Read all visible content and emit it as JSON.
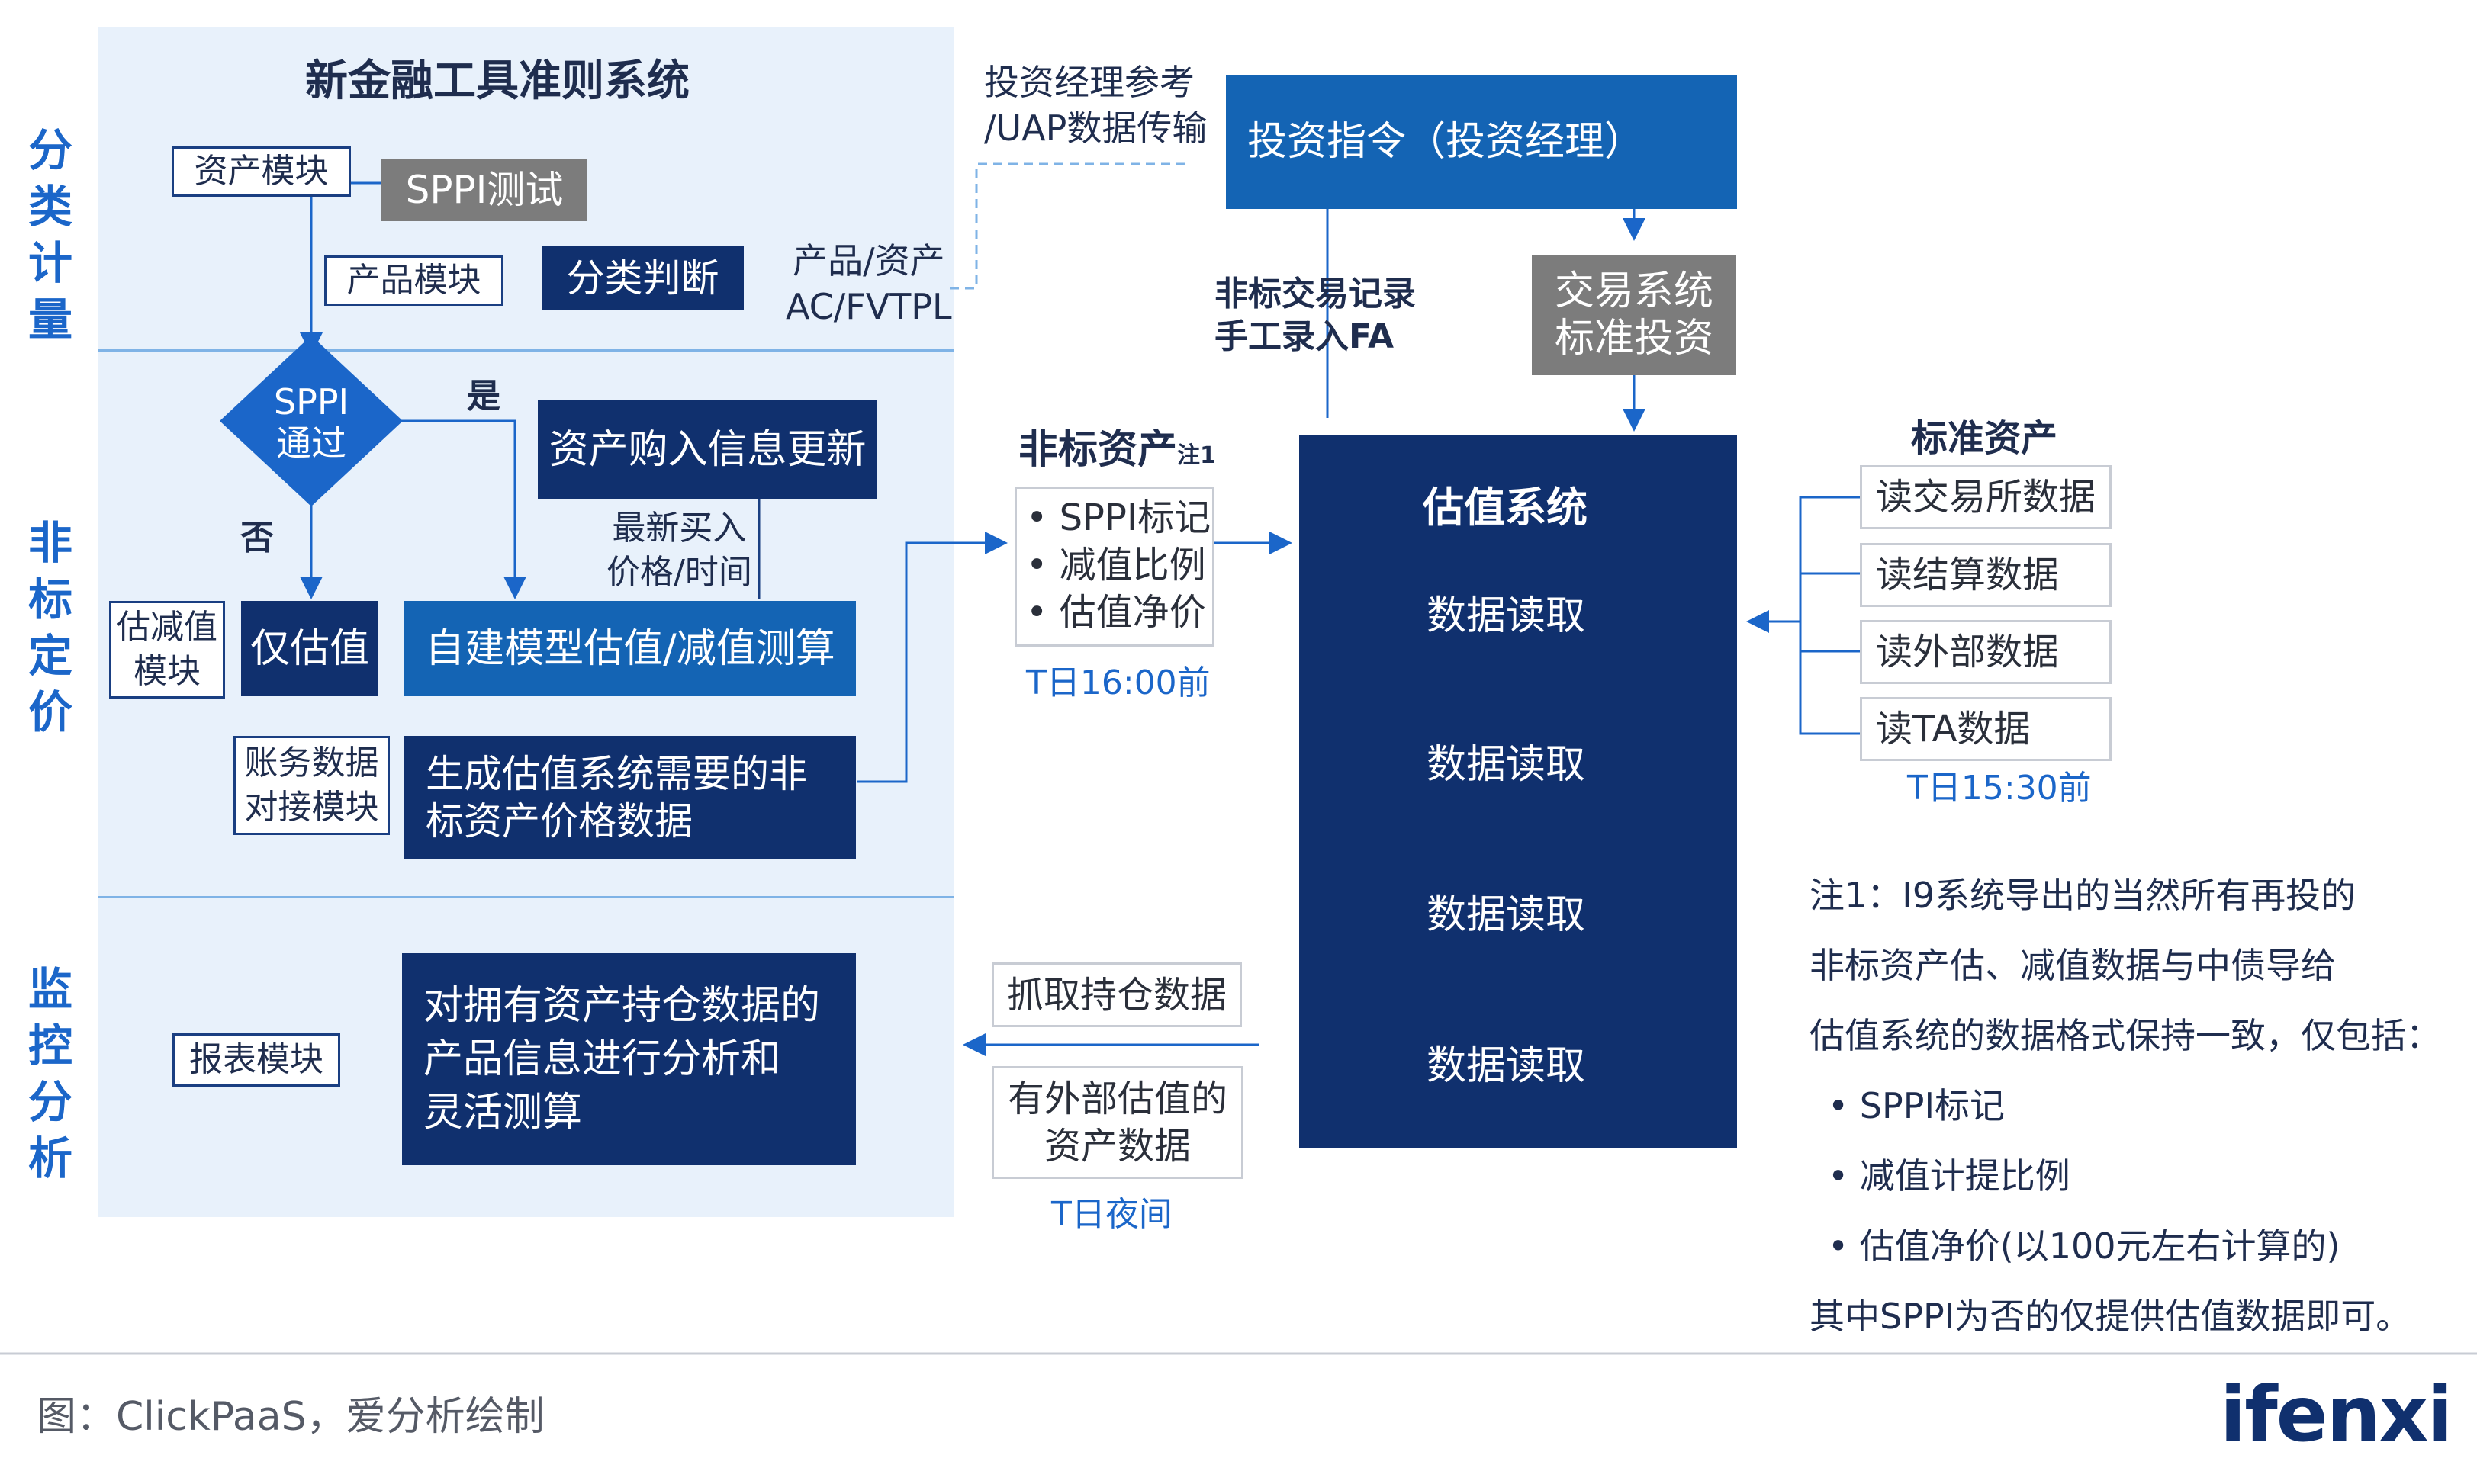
{
  "title": "新金融工具准则系统",
  "sections": {
    "classification": "分类计量",
    "nonstandard_pricing": "非标定价",
    "monitoring": "监控分析"
  },
  "classify": {
    "asset_module": "资产模块",
    "sppi_test": "SPPI测试",
    "product_module": "产品模块",
    "classify_judge": "分类判断",
    "product_asset_label": "产品/资产\nAC/FVTPL"
  },
  "pricing": {
    "sppi_pass": "SPPI\n通过",
    "yes": "是",
    "no": "否",
    "purchase_update": "资产购入信息更新",
    "latest_price": "最新买入\n价格/时间",
    "impairment_module": "估减值\n模块",
    "only_valuation": "仅估值",
    "self_model": "自建模型估值/减值测算",
    "ledger_module": "账务数据\n对接模块",
    "generate_price": "生成估值系统需要的非\n标资产价格数据"
  },
  "monitoring": {
    "report_module": "报表模块",
    "analysis": "对拥有资产持仓数据的\n产品信息进行分析和\n灵活测算"
  },
  "middle": {
    "manager_ref": "投资经理参考\n/UAP数据传输",
    "investment_instruction": "投资指令（投资经理）",
    "nonstandard_record": "非标交易记录\n手工录入FA",
    "trading_system": "交易系统\n标准投资",
    "nonstandard_assets_title": "非标资产",
    "note_mark": "注1",
    "nonstandard_items": [
      "SPPI标记",
      "减值比例",
      "估值净价"
    ],
    "t_before_1600": "T日16:00前",
    "grab_positions": "抓取持仓数据",
    "external_valued": "有外部估值的\n资产数据",
    "t_night": "T日夜间"
  },
  "valuation": {
    "title": "估值系统",
    "reads": [
      "数据读取",
      "数据读取",
      "数据读取",
      "数据读取"
    ]
  },
  "standard": {
    "title": "标准资产",
    "items": [
      "读交易所数据",
      "读结算数据",
      "读外部数据",
      "读TA数据"
    ],
    "t_before_1530": "T日15:30前"
  },
  "note": {
    "lines": [
      "注1：I9系统导出的当然所有再投的",
      "非标资产估、减值数据与中债导给",
      "估值系统的数据格式保持一致，仅包括："
    ],
    "bullets": [
      "SPPI标记",
      "减值计提比例",
      "估值净价(以100元左右计算的)"
    ],
    "last_line": "其中SPPI为否的仅提供估值数据即可。"
  },
  "footer": {
    "source": "图：ClickPaaS，爱分析绘制",
    "logo": "ifenxi"
  },
  "colors": {
    "navy": "#10306e",
    "blue": "#1464b4",
    "accent": "#1b66c9",
    "panel": "#e8f1fb",
    "gray_box": "#7c7c7c"
  }
}
